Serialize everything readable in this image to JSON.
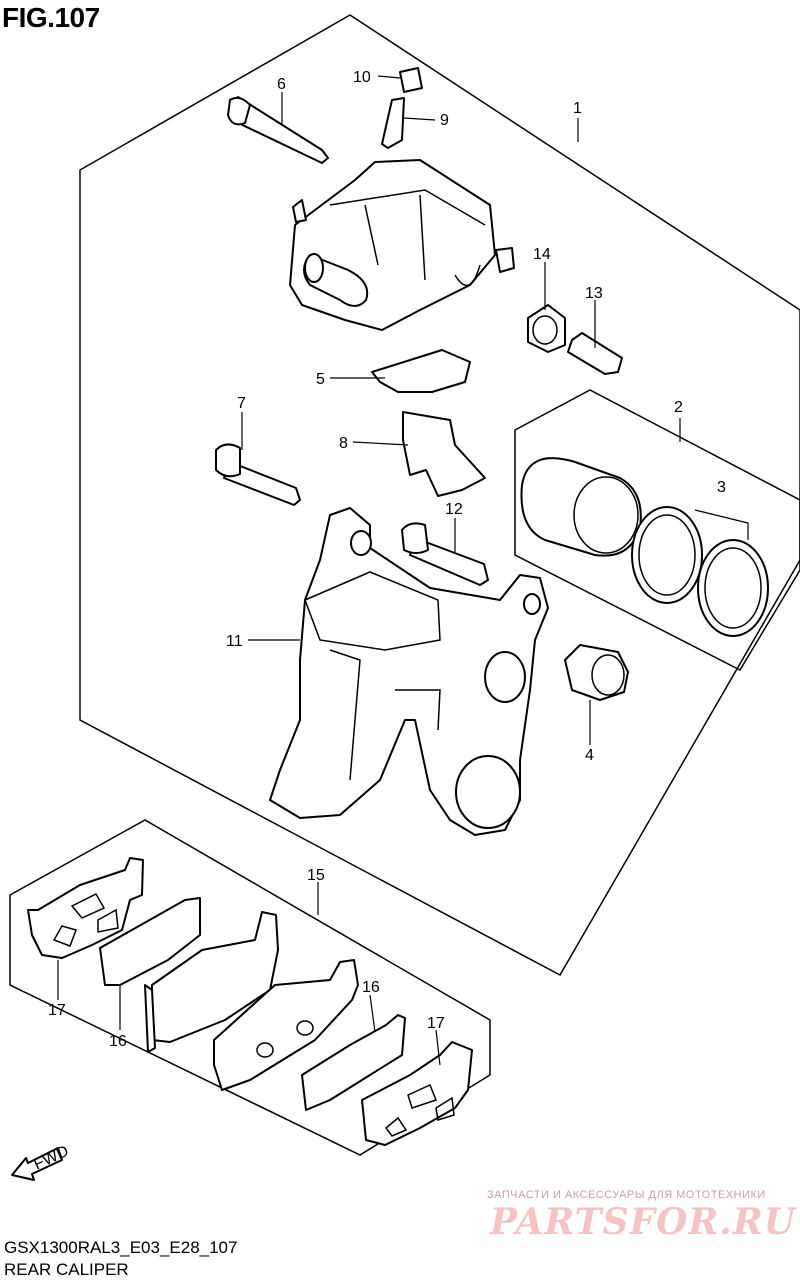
{
  "figure": {
    "title": "FIG.107",
    "model_code": "GSX1300RAL3_E03_E28_107",
    "caption": "REAR CALIPER"
  },
  "callouts": [
    {
      "id": "c1",
      "label": "1"
    },
    {
      "id": "c2",
      "label": "2"
    },
    {
      "id": "c3",
      "label": "3"
    },
    {
      "id": "c4",
      "label": "4"
    },
    {
      "id": "c5",
      "label": "5"
    },
    {
      "id": "c6",
      "label": "6"
    },
    {
      "id": "c7",
      "label": "7"
    },
    {
      "id": "c8",
      "label": "8"
    },
    {
      "id": "c9",
      "label": "9"
    },
    {
      "id": "c10",
      "label": "10"
    },
    {
      "id": "c11",
      "label": "11"
    },
    {
      "id": "c12",
      "label": "12"
    },
    {
      "id": "c13",
      "label": "13"
    },
    {
      "id": "c14",
      "label": "14"
    },
    {
      "id": "c15",
      "label": "15"
    },
    {
      "id": "c16a",
      "label": "16"
    },
    {
      "id": "c16b",
      "label": "16"
    },
    {
      "id": "c17a",
      "label": "17"
    },
    {
      "id": "c17b",
      "label": "17"
    }
  ],
  "fwd_label": "FWD",
  "watermark": {
    "tagline": "ЗАПЧАСТИ И АКСЕССУАРЫ ДЛЯ МОТОТЕХНИКИ",
    "brand": "PARTSFOR.RU",
    "color": "#f4c4c4"
  }
}
